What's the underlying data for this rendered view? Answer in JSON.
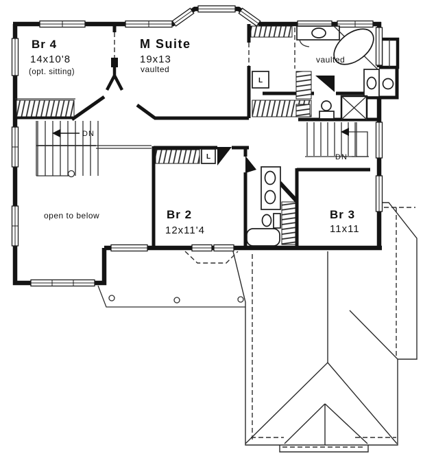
{
  "plan": {
    "rooms": [
      {
        "name": "Br 4",
        "dims": "14x10'8",
        "note": "(opt. sitting)"
      },
      {
        "name": "M Suite",
        "dims": "19x13",
        "note": "vaulted"
      },
      {
        "name": "Br 2",
        "dims": "12x11'4",
        "note": ""
      },
      {
        "name": "Br 3",
        "dims": "11x11",
        "note": ""
      }
    ],
    "annotations": {
      "open_to_below": "open to below",
      "bath_vaulted": "vaulted",
      "stairs_down": "DN",
      "linen": "L"
    },
    "colors": {
      "wall": "#141414",
      "line": "#2e2e2e",
      "background": "#ffffff"
    }
  }
}
